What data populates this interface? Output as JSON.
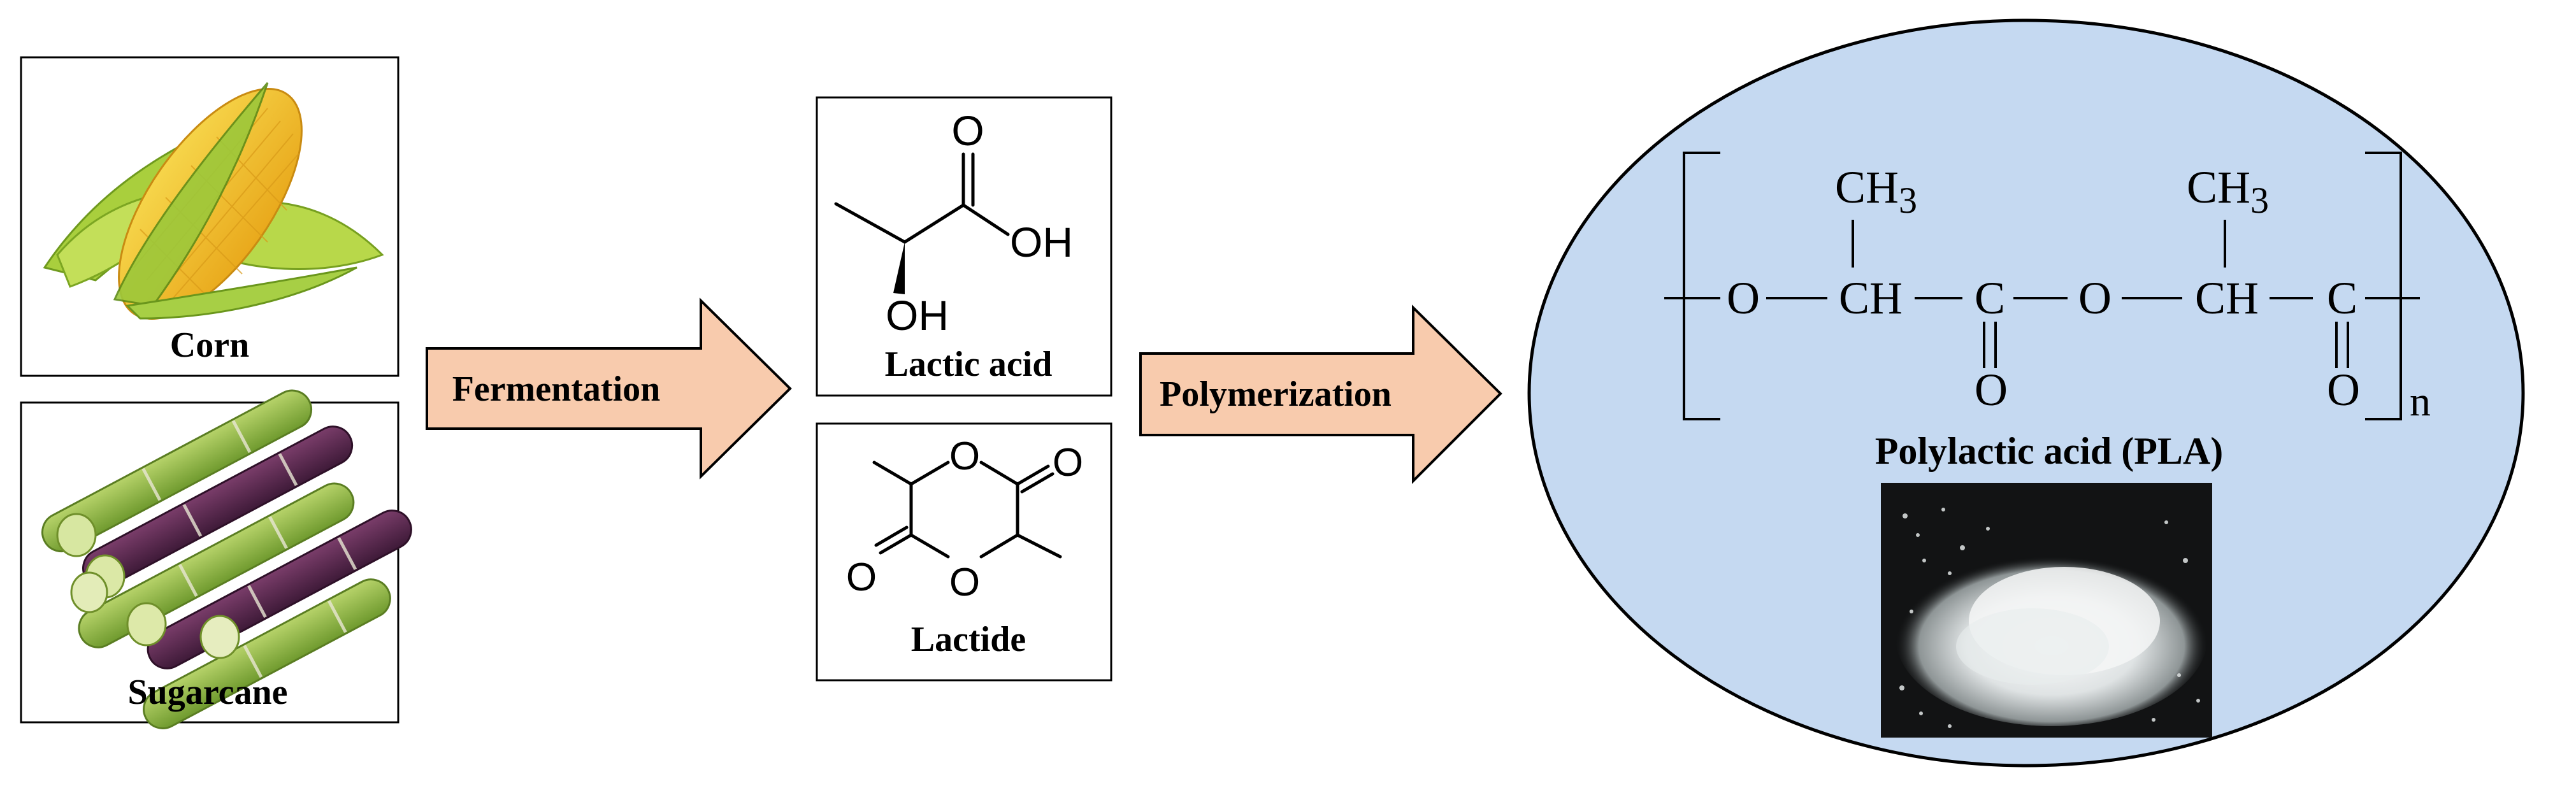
{
  "sources": {
    "corn_label": "Corn",
    "sugarcane_label": "Sugarcane"
  },
  "arrows": {
    "fermentation_label": "Fermentation",
    "polymerization_label": "Polymerization",
    "fill_color": "#f8cbad"
  },
  "intermediates": {
    "lactic_acid_label": "Lactic acid",
    "lactide_label": "Lactide",
    "lactic_acid_atoms": {
      "o_top": "O",
      "oh_right": "OH",
      "oh_bottom": "OH"
    },
    "lactide_atoms": {
      "o_ring_top": "O",
      "o_ring_bottom": "O",
      "o_carbonyl_right": "O",
      "o_carbonyl_left": "O"
    }
  },
  "product": {
    "label": "Polylactic acid (PLA)",
    "ellipse_color": "#c5d9f1",
    "structure": {
      "ch3": "CH",
      "ch3_sub": "3",
      "o": "O",
      "ch": "CH",
      "c": "C",
      "carbonyl_o": "O",
      "n": "n"
    }
  }
}
